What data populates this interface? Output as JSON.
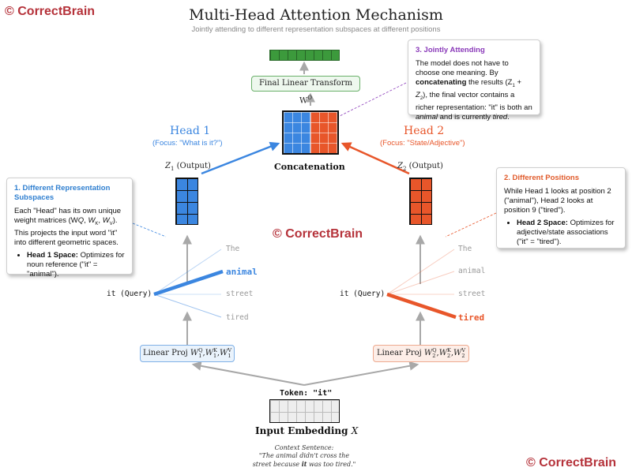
{
  "watermarks": [
    "© CorrectBrain",
    "© CorrectBrain",
    "© CorrectBrain"
  ],
  "title": "Multi-Head Attention Mechanism",
  "subtitle": "Jointly attending to different representation subspaces at different positions",
  "final_linear": "Final Linear Transform W",
  "final_linear_sup": "O",
  "concat_label": "Concatenation",
  "head1": {
    "title": "Head 1",
    "focus": "(Focus: \"What is it?\")",
    "output": "Z",
    "output_sub": "1",
    "output_suffix": " (Output)",
    "color": "#3b86e0"
  },
  "head2": {
    "title": "Head 2",
    "focus": "(Focus: \"State/Adjective\")",
    "output": "Z",
    "output_sub": "2",
    "output_suffix": " (Output)",
    "color": "#e8562a"
  },
  "query_label": "it (Query)",
  "tokens": [
    "The",
    "animal",
    "street",
    "tired"
  ],
  "proj1": {
    "text": "Linear Proj ",
    "math": "W",
    "sub": "1",
    "sups": [
      "Q",
      "K",
      "V"
    ]
  },
  "proj2": {
    "text": "Linear Proj ",
    "math": "W",
    "sub": "2",
    "sups": [
      "Q",
      "K",
      "V"
    ]
  },
  "token_label": "Token: \"it\"",
  "input_label": "Input Embedding ",
  "input_var": "X",
  "context_title": "Context Sentence:",
  "context_line1": "\"The animal didn't cross the",
  "context_line2_a": "street because ",
  "context_line2_b": "it",
  "context_line2_c": " was too tired.\"",
  "note1": {
    "title": "1. Different Representation Subspaces",
    "text_a": "Each \"Head\" has its own unique weight matrices (W",
    "text_b": "). This projects the input word \"it\" into different geometric spaces.",
    "bullet_bold": "Head 1 Space:",
    "bullet_text": " Optimizes for noun reference (\"it\" = \"animal\").",
    "color": "#2f7fd0"
  },
  "note2": {
    "title": "2. Different Positions",
    "text": "While Head 1 looks at position 2 (\"animal\"), Head 2 looks at position 9 (\"tired\").",
    "bullet_bold": "Head 2 Space:",
    "bullet_text": " Optimizes for adjective/state associations (\"it\" = \"tired\").",
    "color": "#e05a2a"
  },
  "note3": {
    "title": "3. Jointly Attending",
    "text_a": "The model does not have to choose one meaning. By ",
    "text_bold": "concatenating",
    "text_b": " the results (Z",
    "text_c": "), the final vector contains a richer representation: \"it\" is both an ",
    "text_em1": "animal",
    "text_d": " and is currently ",
    "text_em2": "tired",
    "text_e": ".",
    "color": "#8a3ab9"
  }
}
